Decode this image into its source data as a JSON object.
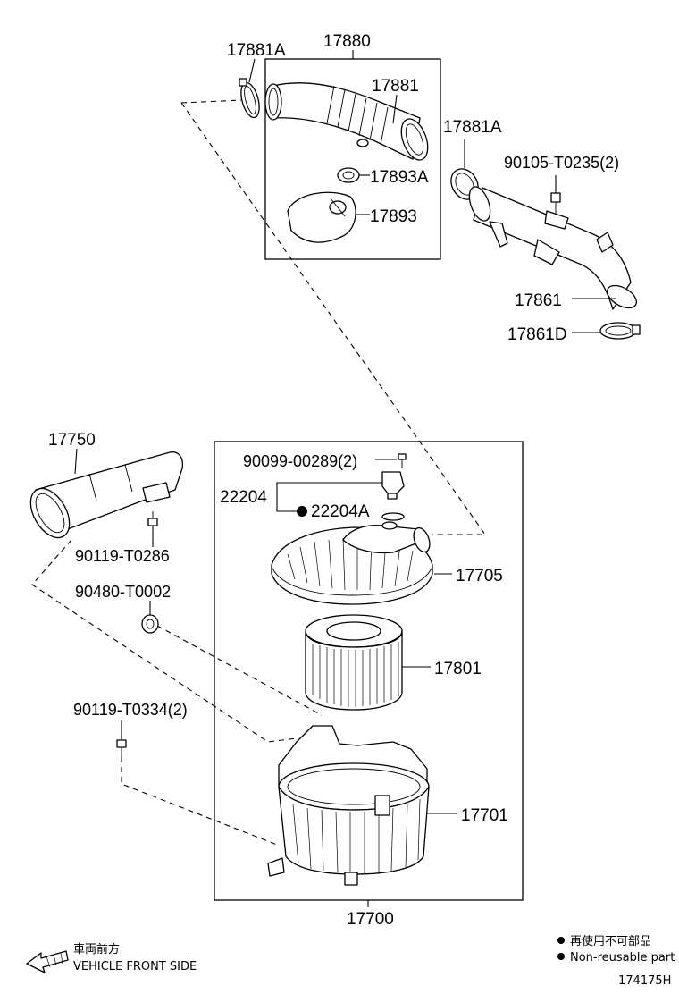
{
  "parts": {
    "p17880": "17880",
    "p17881A_left": "17881A",
    "p17881": "17881",
    "p17893A": "17893A",
    "p17893": "17893",
    "p17881A_right": "17881A",
    "p90105": "90105-T0235(2)",
    "p17861": "17861",
    "p17861D": "17861D",
    "p17750": "17750",
    "p90119_T0286": "90119-T0286",
    "p90480": "90480-T0002",
    "p90119_T0334": "90119-T0334(2)",
    "p90099": "90099-00289(2)",
    "p22204": "22204",
    "p22204A": "22204A",
    "p17705": "17705",
    "p17801": "17801",
    "p17701": "17701",
    "p17700": "17700"
  },
  "legend": {
    "front_jp": "車両前方",
    "front_en": "VEHICLE FRONT SIDE",
    "nonreuse_jp": "再使用不可部品",
    "nonreuse_en": "Non-reusable part"
  },
  "figure_id": "174175H"
}
